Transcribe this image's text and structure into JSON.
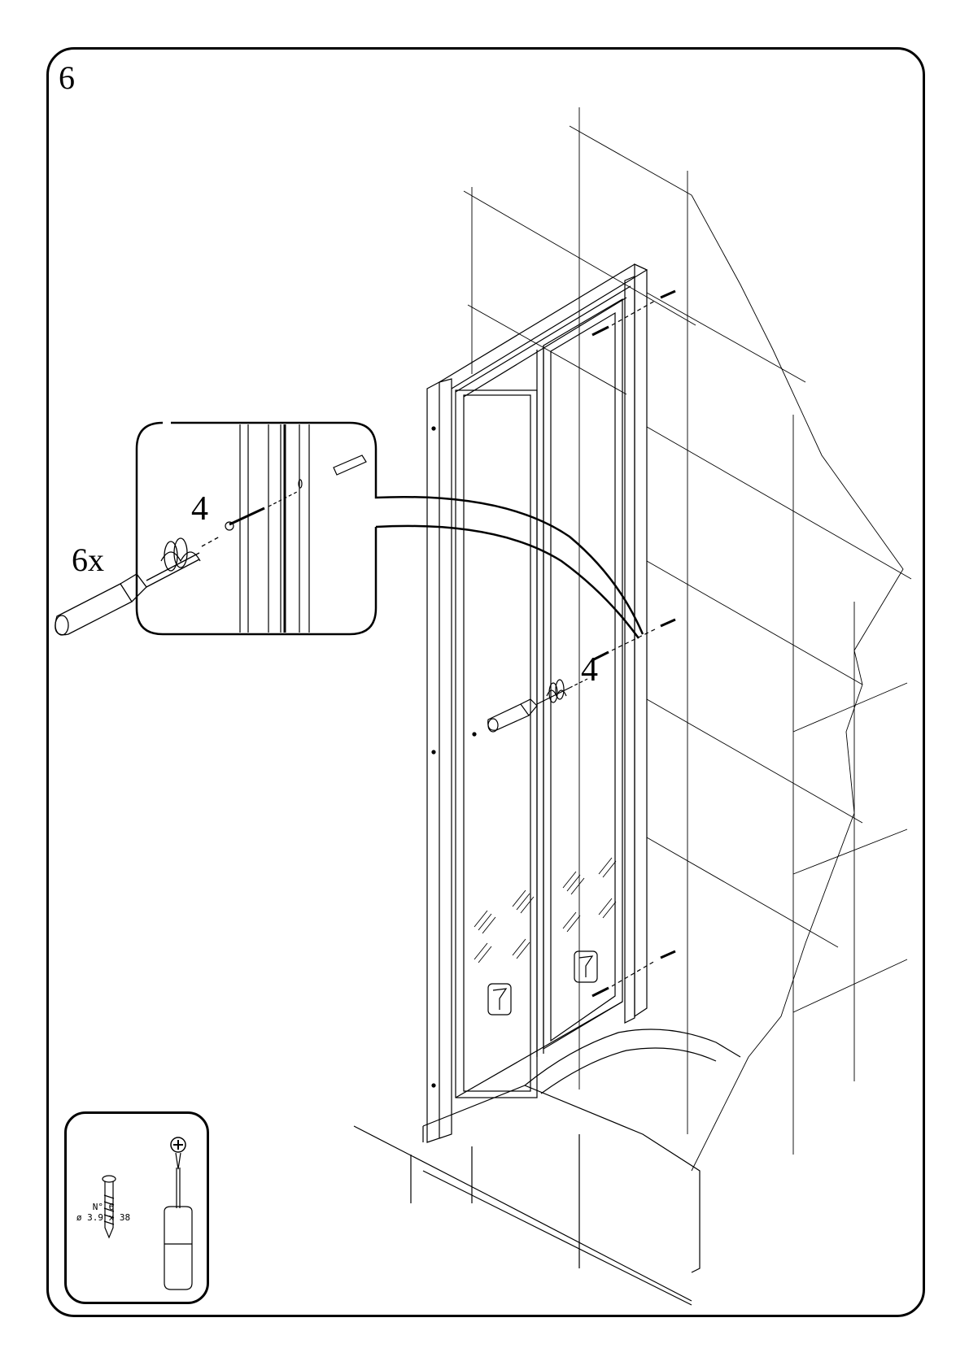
{
  "step": {
    "number": "6"
  },
  "callouts": {
    "quantity_main": "6x",
    "screw_number_detail": "4",
    "screw_number_door": "4"
  },
  "tools_panel": {
    "screw_label": "N° 6",
    "screw_size": "ø 3.9 x 38",
    "driver_type": "phillips-icon"
  },
  "colors": {
    "line": "#000000",
    "background": "#ffffff"
  }
}
